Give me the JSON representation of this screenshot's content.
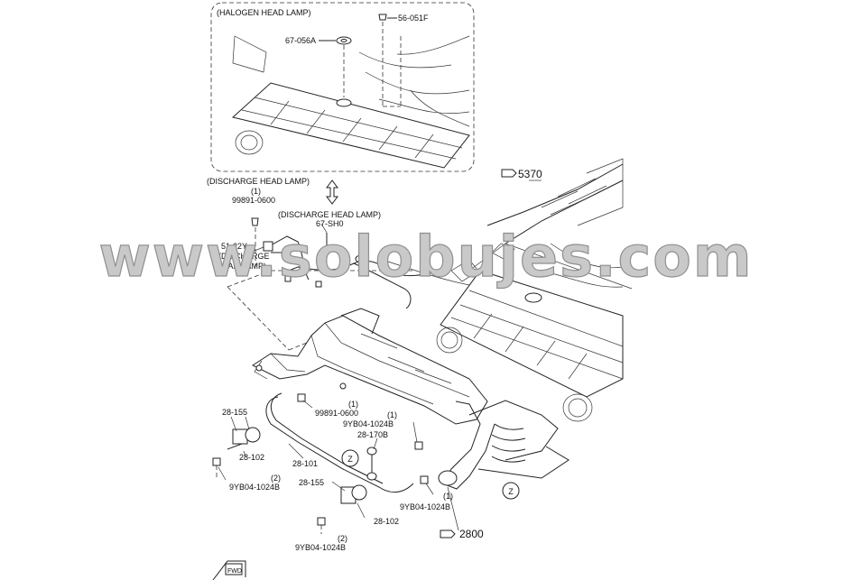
{
  "inset": {
    "title": "(HALOGEN HEAD LAMP)"
  },
  "labels": {
    "p56_051F": "56-051F",
    "p67_056A": "67-056A",
    "discharge_top": "(DISCHARGE HEAD LAMP)",
    "p99891_top": "99891-0600",
    "qty_top": "(1)",
    "discharge_mid": "(DISCHARGE HEAD LAMP)",
    "p67_SH0": "67-SH0",
    "p51_22Y": "51-22Y",
    "discharge_51_a": "(DISCHARGE",
    "discharge_51_b": "HEAD LAMP)",
    "ref_5370": "5370",
    "ref_2800": "2800",
    "p28_155_left": "28-155",
    "p28_102_left": "28-102",
    "p28_101": "28-101",
    "p99891_mid": "99891-0600",
    "qty_mid": "(1)",
    "p9YB04_a": "9YB04-1024B",
    "qty_a": "(1)",
    "p28_170B": "28-170B",
    "p9YB04_left": "9YB04-1024B",
    "qty_left": "(2)",
    "p28_155_right": "28-155",
    "p28_102_right": "28-102",
    "p9YB04_b": "9YB04-1024B",
    "qty_b": "(1)",
    "p9YB04_bottom": "9YB04-1024B",
    "qty_bottom": "(2)",
    "z_callout_1": "Z",
    "z_callout_2": "Z",
    "fwd": "FWD"
  },
  "watermark": "www.solobujes.com"
}
